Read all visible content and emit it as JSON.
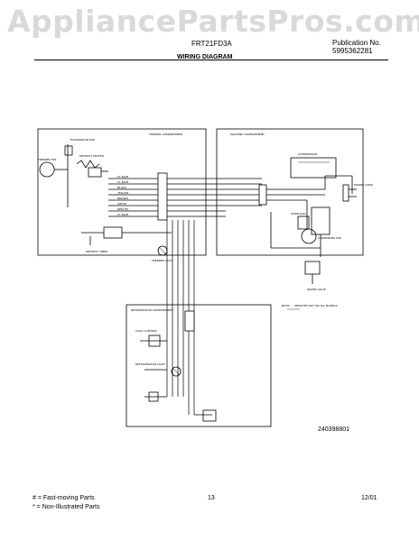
{
  "watermark": "AppliancePartsPros.com",
  "header": {
    "model": "FRT21FD3A",
    "publication_label": "Publication No.",
    "publication_number": "5995362281",
    "title": "WIRING DIAGRAM"
  },
  "diagram": {
    "freezer_compartment": "FREEZER COMPARTMENT",
    "machine_compartment": "MACHINE COMPARTMENT",
    "refrigerator_compartment": "REFRIGERATOR COMPARTMENT",
    "freezer_fan": "FREEZER FAN",
    "evaporator_fan": "EVAPORATOR FAN",
    "defrost_heater": "DEFROST HEATER",
    "defrost_timer": "DEFROST TIMER",
    "freezer_light": "FREEZER LIGHT",
    "refrigerator_light": "REFRIGERATOR LIGHT",
    "compressor": "COMPRESSOR",
    "condenser_fan": "CONDENSER FAN",
    "overload": "OVERLOAD",
    "cold_control": "COLD CONTROL",
    "power_cord": "POWER CORD",
    "water_valve": "WATER VALVE",
    "wire_colors": [
      "LT. BLUE",
      "LT. BLUE",
      "BLACK",
      "YELLOW",
      "BROWN",
      "WHITE",
      "RED/YEL",
      "LT. BLUE"
    ],
    "note": "NOTE: ... DENOTES NOT ON ALL MODELS",
    "drawing_number": "240398801"
  },
  "footer": {
    "fast_moving": "# = Fast-moving Parts",
    "non_illustrated": "* = Non-Illustrated Parts",
    "page_number": "13",
    "date": "12/01"
  }
}
